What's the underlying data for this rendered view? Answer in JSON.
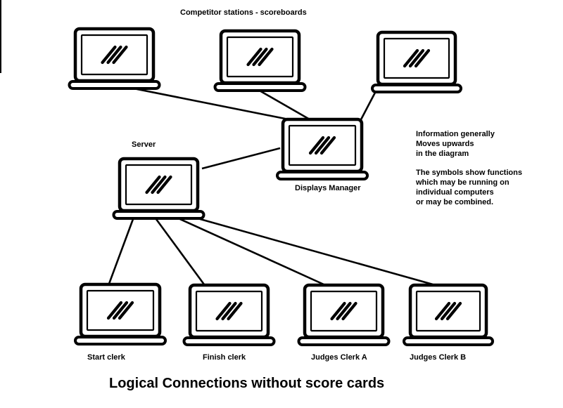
{
  "title": "Logical Connections without score cards",
  "group_label": "Competitor stations - scoreboards",
  "nodes": {
    "competitor_1": "",
    "competitor_2": "",
    "competitor_3": "",
    "displays_manager": "Displays Manager",
    "server": "Server",
    "start_clerk": "Start clerk",
    "finish_clerk": "Finish clerk",
    "judges_clerk_a": "Judges Clerk A",
    "judges_clerk_b": "Judges Clerk B"
  },
  "connections": [
    [
      "competitor_1",
      "displays_manager"
    ],
    [
      "competitor_2",
      "displays_manager"
    ],
    [
      "competitor_3",
      "displays_manager"
    ],
    [
      "server",
      "displays_manager"
    ],
    [
      "start_clerk",
      "server"
    ],
    [
      "finish_clerk",
      "server"
    ],
    [
      "judges_clerk_a",
      "server"
    ],
    [
      "judges_clerk_b",
      "server"
    ]
  ],
  "notes": {
    "info_lines": [
      "Information generally",
      "Moves upwards",
      "in the diagram"
    ],
    "symbol_lines": [
      "The symbols show functions",
      "which may be running on",
      "individual computers",
      "or may be combined."
    ]
  },
  "icon": "laptop-icon"
}
